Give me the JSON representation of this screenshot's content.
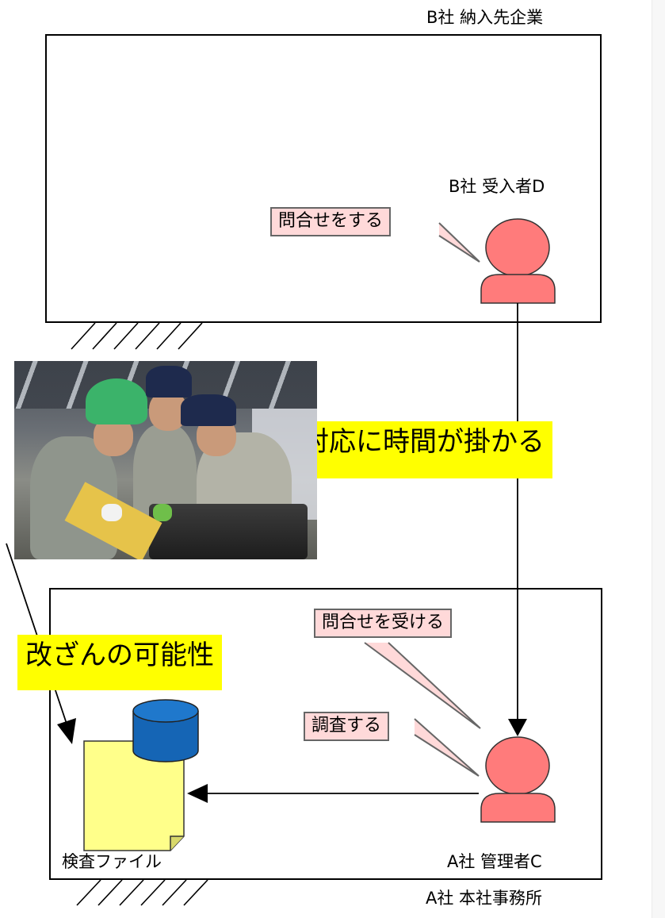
{
  "top_box": {
    "title": "B社 納入先企業",
    "person_label": "B社 受入者D",
    "bubble": "問合せをする"
  },
  "bottom_box": {
    "title": "A社 本社事務所",
    "person_label": "A社 管理者C",
    "bubble_receive": "問合せを受ける",
    "bubble_investigate": "調査する",
    "file_label": "検査ファイル"
  },
  "callouts": {
    "time": "対応に時間が掛かる",
    "tamper": "改ざんの可能性"
  },
  "colors": {
    "person": "#ff7b7b",
    "bubble": "#ffd9d9",
    "highlight": "#ffff00",
    "file": "#ffff8a",
    "database": "#1565b5"
  },
  "photo": {
    "subject": "workers-inspecting-parts-photo"
  }
}
